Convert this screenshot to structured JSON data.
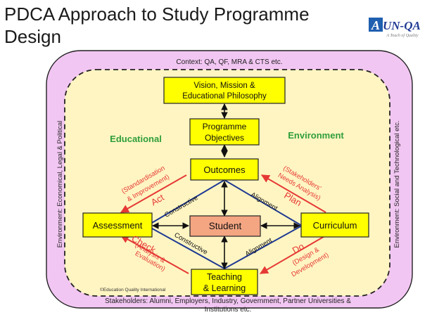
{
  "slide": {
    "title": "PDCA Approach to Study Programme Design",
    "logo": {
      "text": "AUN-QA",
      "tagline": "A Touch of Quality"
    }
  },
  "context_label": "Context: QA, QF, MRA & CTS etc.",
  "side_left": "Environment: Economical, Legal & Political",
  "side_right": "Environment: Social and Technological etc.",
  "bottom_label_1": "Stakeholders: Alumni, Employers, Industry, Government, Partner Universities &",
  "bottom_label_2": "Institutions etc.",
  "copyright": "©Education Quality International",
  "boxes": {
    "vision_1": "Vision, Mission &",
    "vision_2": "Educational Philosophy",
    "objectives_1": "Programme",
    "objectives_2": "Objectives",
    "outcomes": "Outcomes",
    "assessment": "Assessment",
    "student": "Student",
    "curriculum": "Curriculum",
    "teaching_1": "Teaching",
    "teaching_2": "& Learning"
  },
  "labels": {
    "educational": "Educational",
    "environment": "Environment",
    "act": "Act",
    "act_sub_1": "(Standardisation",
    "act_sub_2": "& Improvement)",
    "plan": "Plan",
    "plan_sub_1": "(Stakeholders'",
    "plan_sub_2": "Needs Analysis)",
    "check": "Check",
    "check_sub_1": "(Analysis &",
    "check_sub_2": "Evaluation)",
    "do": "Do",
    "do_sub_1": "(Design &",
    "do_sub_2": "Development)",
    "constructive": "Constructive",
    "alignment": "Alignment"
  },
  "colors": {
    "outer_fill": "#f2c6f2",
    "inner_fill": "#fff5c2",
    "box_fill": "#ffff00",
    "student_fill": "#f4a582",
    "diamond_stroke": "#1f3a93",
    "pdca_red": "#e53935",
    "green_label": "#2e9e3a"
  }
}
